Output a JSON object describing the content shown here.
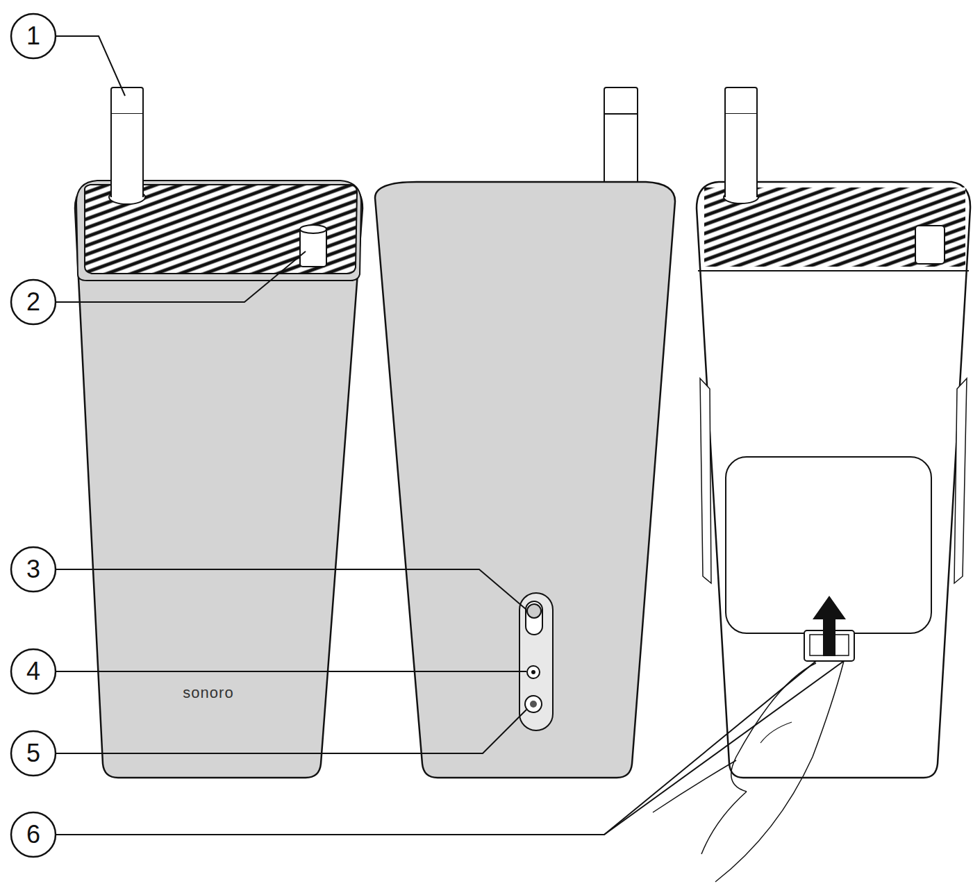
{
  "diagram": {
    "labels": [
      "1",
      "2",
      "3",
      "4",
      "5",
      "6",
      "sonoro"
    ]
  }
}
